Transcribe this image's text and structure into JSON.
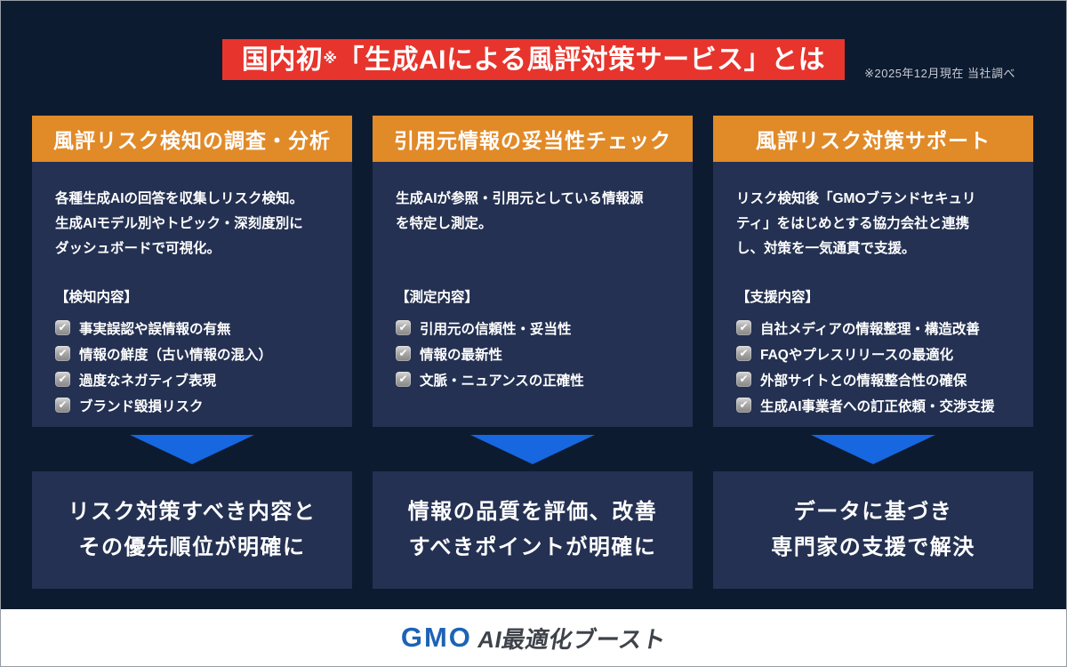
{
  "banner": {
    "title_prefix": "国内初",
    "title_asterisk": "※",
    "title_main": "「生成AIによる風評対策サービス」とは",
    "note": "※2025年12月現在 当社調べ"
  },
  "columns": [
    {
      "header": "風評リスク検知の調査・分析",
      "description": "各種生成AIの回答を収集しリスク検知。\n生成AIモデル別やトピック・深刻度別に\nダッシュボードで可視化。",
      "list_label": "【検知内容】",
      "items": [
        "事実誤認や誤情報の有無",
        "情報の鮮度（古い情報の混入）",
        "過度なネガティブ表現",
        "ブランド毀損リスク"
      ],
      "result": "リスク対策すべき内容と\nその優先順位が明確に"
    },
    {
      "header": "引用元情報の妥当性チェック",
      "description": "生成AIが参照・引用元としている情報源\nを特定し測定。",
      "list_label": "【測定内容】",
      "items": [
        "引用元の信頼性・妥当性",
        "情報の最新性",
        "文脈・ニュアンスの正確性"
      ],
      "result": "情報の品質を評価、改善\nすべきポイントが明確に"
    },
    {
      "header": "風評リスク対策サポート",
      "description": "リスク検知後「GMOブランドセキュリ\nティ」をはじめとする協力会社と連携\nし、対策を一気通貫で支援。",
      "list_label": "【支援内容】",
      "items": [
        "自社メディアの情報整理・構造改善",
        "FAQやプレスリリースの最適化",
        "外部サイトとの情報整合性の確保",
        "生成AI事業者への訂正依頼・交渉支援"
      ],
      "result": "データに基づき\n専門家の支援で解決"
    }
  ],
  "checkbox_glyph": "✔",
  "footer": {
    "logo_gmo": "GMO",
    "logo_product": "AI最適化ブースト"
  },
  "colors": {
    "background": "#0D1B30",
    "card": "#243152",
    "accent_orange": "#E18A28",
    "accent_red": "#E7342C",
    "arrow_blue": "#1667E0",
    "logo_blue": "#1C63B7"
  }
}
